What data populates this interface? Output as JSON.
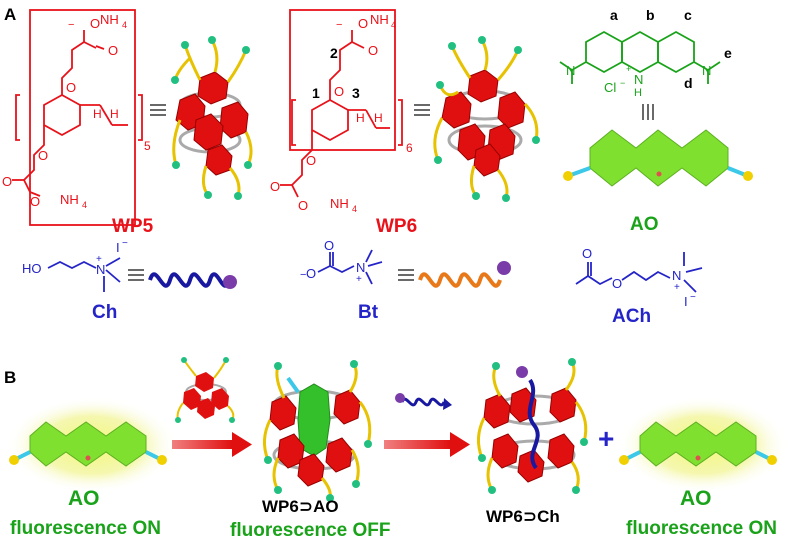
{
  "panels": {
    "a": "A",
    "b": "B"
  },
  "colors": {
    "red": "#e8121a",
    "green": "#1aa31a",
    "blue": "#2424c8",
    "lime": "#7fe030",
    "glow": "#e8f060",
    "cyan": "#3cc8e8",
    "yellow": "#f0d000",
    "orange": "#e87818",
    "navy": "#1818a0",
    "purple": "#7a3ca8"
  },
  "wp5": {
    "name": "WP5",
    "ammonium_top": "NH",
    "ammonium_bottom": "NH",
    "sub4": "4",
    "plus": "+",
    "minus": "−",
    "h1": "H",
    "h2": "H",
    "repeat": "5"
  },
  "wp6": {
    "name": "WP6",
    "ammonium_top": "NH",
    "ammonium_bottom": "NH",
    "sub4": "4",
    "repeat": "6",
    "num1": "1",
    "num2": "2",
    "num3": "3",
    "h1": "H",
    "h2": "H"
  },
  "ao": {
    "name": "AO",
    "letters": [
      "a",
      "b",
      "c",
      "d",
      "e"
    ],
    "cl": "Cl",
    "nh": "N",
    "h": "H",
    "plus": "+"
  },
  "guests": {
    "ch": {
      "name": "Ch",
      "ho": "HO",
      "n": "N",
      "iodide": "I",
      "plus": "+",
      "minus": "−"
    },
    "bt": {
      "name": "Bt",
      "o": "O",
      "minus": "−",
      "n": "N",
      "plus": "+"
    },
    "ach": {
      "name": "ACh",
      "o": "O",
      "n": "N",
      "iodide": "I",
      "plus": "+",
      "minus": "−"
    }
  },
  "panel_b": {
    "ao_left": "AO",
    "fluor_on_left": "fluorescence ON",
    "complex_ao": "WP6⊃AO",
    "fluor_off": "fluorescence OFF",
    "complex_ch": "WP6⊃Ch",
    "plus_sign": "+",
    "ao_right": "AO",
    "fluor_on_right": "fluorescence ON"
  }
}
